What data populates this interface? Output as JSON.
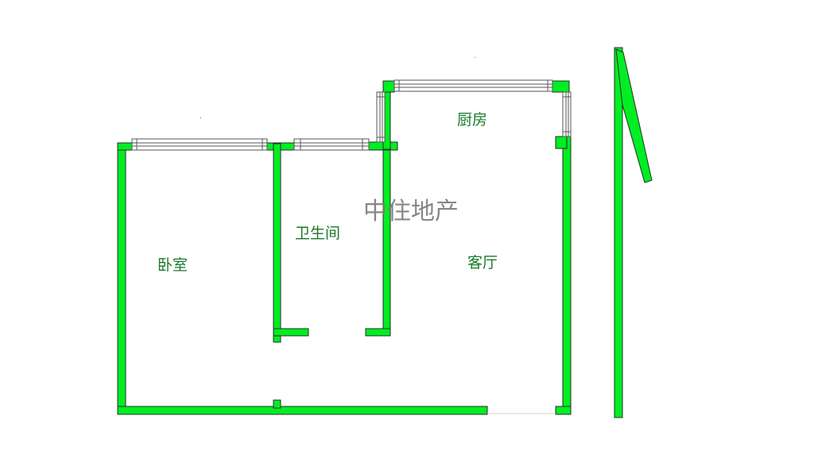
{
  "colors": {
    "wall": "#00ee22",
    "wall_edge": "#2a2a2a",
    "window_frame": "#555555",
    "window_fill": "#ffffff",
    "label": "#1a7a2a",
    "watermark": "#7a7a7a",
    "background": "#ffffff"
  },
  "rooms": {
    "bedroom": "卧室",
    "bathroom": "卫生间",
    "kitchen": "厨房",
    "living_room": "客厅"
  },
  "watermark": "中住地产",
  "icons": {
    "north": "north-arrow-icon"
  }
}
